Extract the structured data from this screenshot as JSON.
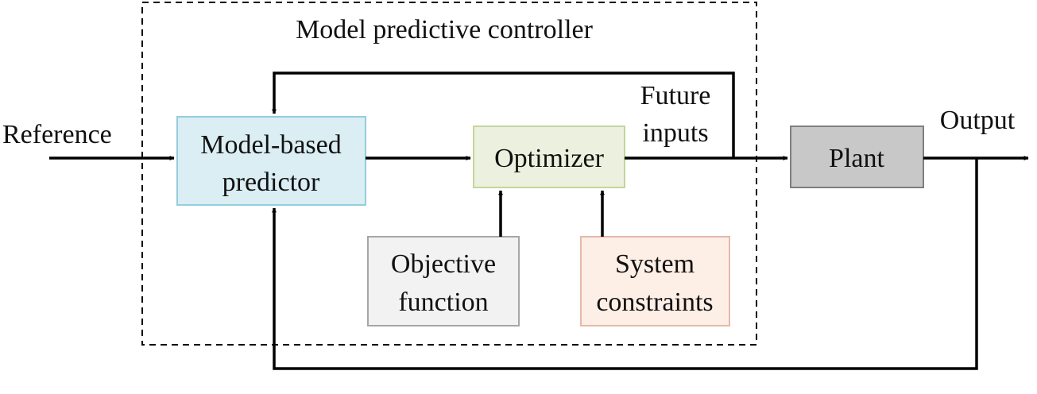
{
  "controller": {
    "title": "Model predictive controller"
  },
  "signals": {
    "reference": "Reference",
    "future_inputs_line1": "Future",
    "future_inputs_line2": "inputs",
    "output": "Output"
  },
  "blocks": {
    "predictor": {
      "line1": "Model-based",
      "line2": "predictor",
      "fill": "#daeef3",
      "stroke": "#93cddd"
    },
    "optimizer": {
      "line1": "Optimizer",
      "fill": "#ebf1de",
      "stroke": "#c3d69b"
    },
    "objective": {
      "line1": "Objective",
      "line2": "function",
      "fill": "#f2f2f2",
      "stroke": "#a6a6a6"
    },
    "constraints": {
      "line1": "System",
      "line2": "constraints",
      "fill": "#fdeee6",
      "stroke": "#e6b9a8"
    },
    "plant": {
      "line1": "Plant",
      "fill": "#c8c8c8",
      "stroke": "#7f7f7f"
    }
  }
}
